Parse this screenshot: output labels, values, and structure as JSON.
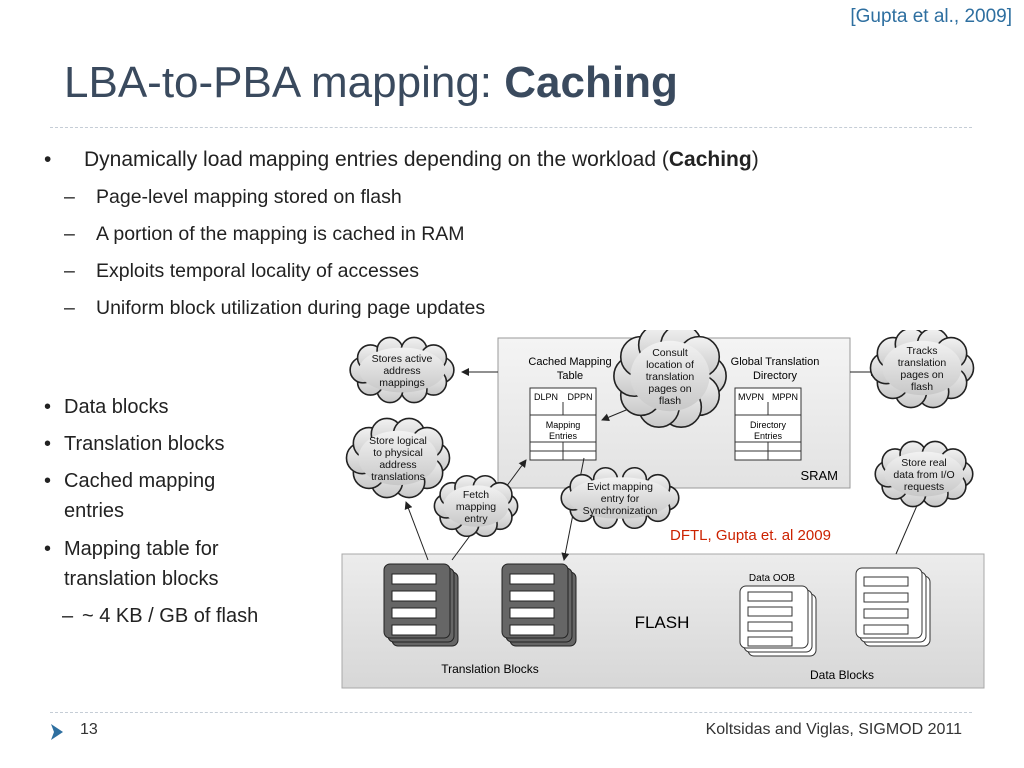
{
  "citation": "[Gupta et al., 2009]",
  "title": {
    "plain": "LBA-to-PBA mapping: ",
    "bold": "Caching"
  },
  "main_bullet": {
    "text": "Dynamically load mapping entries depending on the workload (",
    "bold": "Caching",
    "close": ")"
  },
  "sub_bullets": [
    "Page-level mapping stored on flash",
    "A portion of the mapping is cached in RAM",
    "Exploits temporal locality of accesses",
    "Uniform block utilization during page updates"
  ],
  "left_bullets": [
    "Data blocks",
    "Translation blocks",
    "Cached mapping",
    "entries",
    "Mapping table for",
    "translation blocks"
  ],
  "left_sub": "~ 4 KB / GB of flash",
  "diagram": {
    "clouds": {
      "active": [
        "Stores active",
        "address",
        "mappings"
      ],
      "consult": [
        "Consult",
        "location of",
        "translation",
        "pages on",
        "flash"
      ],
      "tracks": [
        "Tracks",
        "translation",
        "pages on",
        "flash"
      ],
      "logical": [
        "Store logical",
        "to physical",
        "address",
        "translations"
      ],
      "fetch": [
        "Fetch",
        "mapping",
        "entry"
      ],
      "evict": [
        "Evict mapping",
        "entry for",
        "Synchronization"
      ],
      "real": [
        "Store real",
        "data from I/O",
        "requests"
      ]
    },
    "cmt_title": [
      "Cached Mapping",
      "Table"
    ],
    "gtd_title": [
      "Global Translation",
      "Directory"
    ],
    "cmt_cols": [
      "DLPN",
      "DPPN"
    ],
    "gtd_cols": [
      "MVPN",
      "MPPN"
    ],
    "cmt_box": [
      "Mapping",
      "Entries"
    ],
    "gtd_box": [
      "Directory",
      "Entries"
    ],
    "sram": "SRAM",
    "flash": "FLASH",
    "translation_blocks": "Translation Blocks",
    "data_blocks": "Data Blocks",
    "data_oob": "Data  OOB"
  },
  "figure_caption": "DFTL, Gupta et. al 2009",
  "slide_number": "13",
  "footer": "Koltsidas and Viglas, SIGMOD 2011"
}
